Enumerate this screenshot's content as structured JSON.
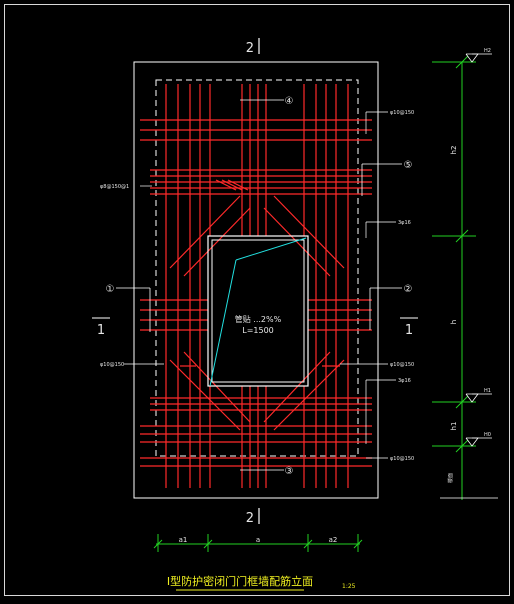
{
  "drawing": {
    "section_mark_top": "2",
    "section_mark_bottom": "2",
    "section_mark_left": "1",
    "section_mark_right": "1",
    "opening_label_line1": "管贴 ...2%%",
    "opening_label_line2": "L=1500",
    "title": "Ⅰ型防护密闭门门框墙配筋立面",
    "scale": "1:25"
  },
  "callouts": {
    "c1": "①",
    "c2": "②",
    "c3": "③",
    "c4": "④",
    "c5": "⑤"
  },
  "rebar_labels": {
    "top_right": "φ10@150",
    "left_mid": "φ8@150@1",
    "mid_right": "3φ16",
    "left_lower": "φ10@150",
    "right_lower_a": "φ10@150",
    "right_lower_b": "3φ16",
    "bottom_right": "φ10@150"
  },
  "elevations": {
    "e1": "H2",
    "e2": "H1",
    "e3": "H0",
    "floor_note": "楼面"
  },
  "dimensions": {
    "vertical_top": "h2",
    "vertical_mid": "h",
    "vertical_bottom": "h1",
    "horizontal_left": "a1",
    "horizontal_mid": "a",
    "horizontal_right": "a2"
  },
  "colors": {
    "background": "#000000",
    "rebar": "#ff2a2a",
    "outline": "#ffffff",
    "dimension": "#22d022",
    "opening_diagonal": "#22e0e0",
    "title": "#f0f020"
  }
}
